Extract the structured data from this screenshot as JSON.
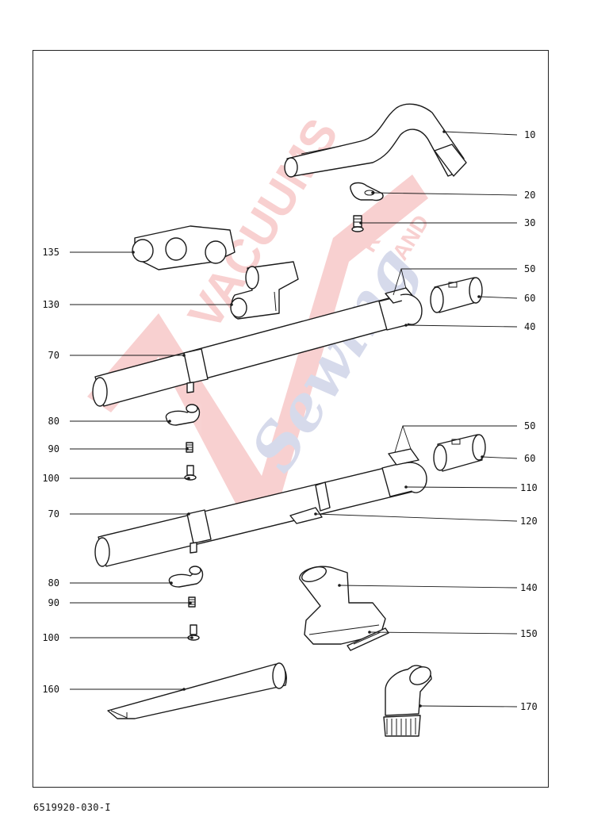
{
  "document_id": "6519920-030-I",
  "callouts": {
    "left": [
      {
        "label": "135"
      },
      {
        "label": "130"
      },
      {
        "label": "70"
      },
      {
        "label": "80"
      },
      {
        "label": "90"
      },
      {
        "label": "100"
      },
      {
        "label": "70"
      },
      {
        "label": "80"
      },
      {
        "label": "90"
      },
      {
        "label": "100"
      },
      {
        "label": "160"
      }
    ],
    "right": [
      {
        "label": "10"
      },
      {
        "label": "20"
      },
      {
        "label": "30"
      },
      {
        "label": "50"
      },
      {
        "label": "60"
      },
      {
        "label": "40"
      },
      {
        "label": "50"
      },
      {
        "label": "60"
      },
      {
        "label": "110"
      },
      {
        "label": "120"
      },
      {
        "label": "140"
      },
      {
        "label": "150"
      },
      {
        "label": "170"
      }
    ]
  },
  "watermark": {
    "word1": "VACUUMS",
    "word2": "R-US",
    "word3": "AND",
    "word4": "Sewing",
    "color_red": "#e03030",
    "color_blue": "#4a5aa8"
  }
}
